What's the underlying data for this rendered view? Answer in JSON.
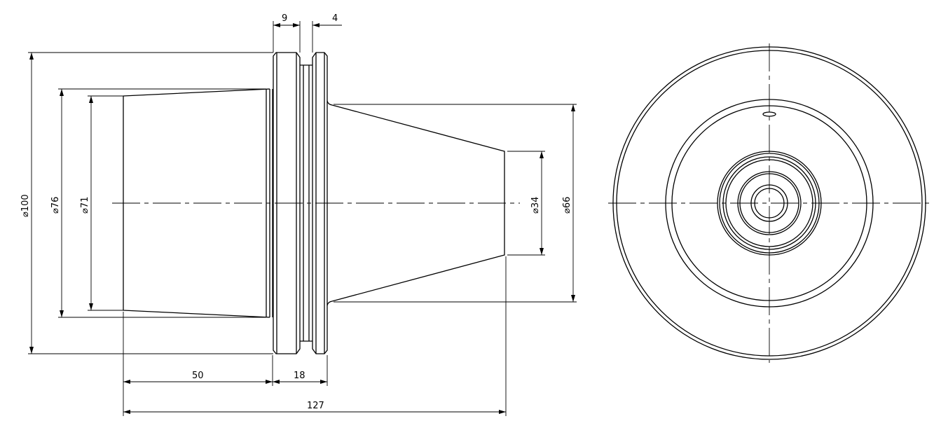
{
  "dimensions": {
    "top_groove_width": "9",
    "top_groove_gap": "4",
    "dia_flange": "⌀100",
    "dia_outer_body": "⌀76",
    "dia_inner_body": "⌀71",
    "dia_cone_tip": "⌀34",
    "dia_cone_base": "⌀66",
    "length_body": "50",
    "length_flange": "18",
    "length_total": "127"
  },
  "colors": {
    "line": "#000000",
    "background": "#ffffff"
  }
}
